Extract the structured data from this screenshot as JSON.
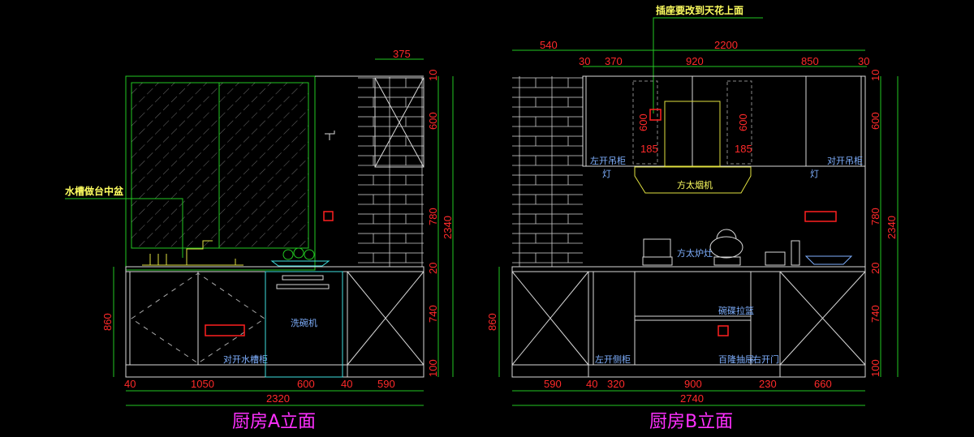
{
  "elevation_a": {
    "title": "厨房A立面",
    "annotation": "水槽做台中盆",
    "labels": {
      "sink_cabinet": "对开水槽柜",
      "dishwasher": "洗碗机"
    },
    "dims_bottom": [
      "40",
      "1050",
      "600",
      "40",
      "590"
    ],
    "dim_total": "2320",
    "dim_top": "375",
    "dims_right": [
      "10",
      "600",
      "780",
      "20",
      "740",
      "100"
    ],
    "dim_height_total": "2340",
    "dim_left": "860"
  },
  "elevation_b": {
    "title": "厨房B立面",
    "annotation": "插座要改到天花上面",
    "labels": {
      "left_wall_cabinet": "左开吊柜",
      "right_wall_cabinet": "对开吊柜",
      "light_left": "灯",
      "light_right": "灯",
      "hood": "方太烟机",
      "stove": "方太炉灶",
      "basket": "碗碟拉篮",
      "drawer": "百隆抽屉",
      "left_door": "左开侧柜",
      "right_door": "右开门"
    },
    "dims_top_row1": [
      "540",
      "2200"
    ],
    "dims_top_row2": [
      "30",
      "370",
      "920",
      "850",
      "30"
    ],
    "dims_hood": [
      "600",
      "185",
      "600",
      "185"
    ],
    "dims_bottom": [
      "590",
      "40",
      "320",
      "900",
      "230",
      "660"
    ],
    "dim_total": "2740",
    "dims_right": [
      "10",
      "600",
      "780",
      "20",
      "740",
      "100"
    ],
    "dim_height_total": "2340",
    "dim_left": "860"
  }
}
